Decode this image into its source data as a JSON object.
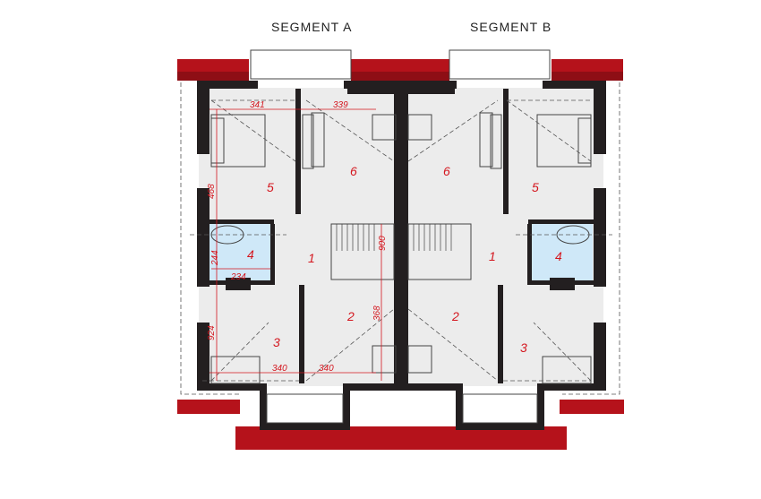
{
  "segments": {
    "a_title": "SEGMENT A",
    "b_title": "SEGMENT B"
  },
  "rooms": {
    "a": {
      "r1": "1",
      "r2": "2",
      "r3": "3",
      "r4": "4",
      "r5": "5",
      "r6": "6"
    },
    "b": {
      "r1": "1",
      "r2": "2",
      "r3": "3",
      "r4": "4",
      "r5": "5",
      "r6": "6"
    }
  },
  "dimensions": {
    "d341": "341",
    "d339": "339",
    "d468": "468",
    "d244": "244",
    "d234": "234",
    "d924": "924",
    "d368": "368",
    "d900": "900",
    "d340a": "340",
    "d340b": "340"
  },
  "colors": {
    "roof": "#b5121b",
    "wall": "#231f20",
    "bath": "#cfe8f8",
    "floor": "#ececec",
    "label": "#d4161e"
  }
}
